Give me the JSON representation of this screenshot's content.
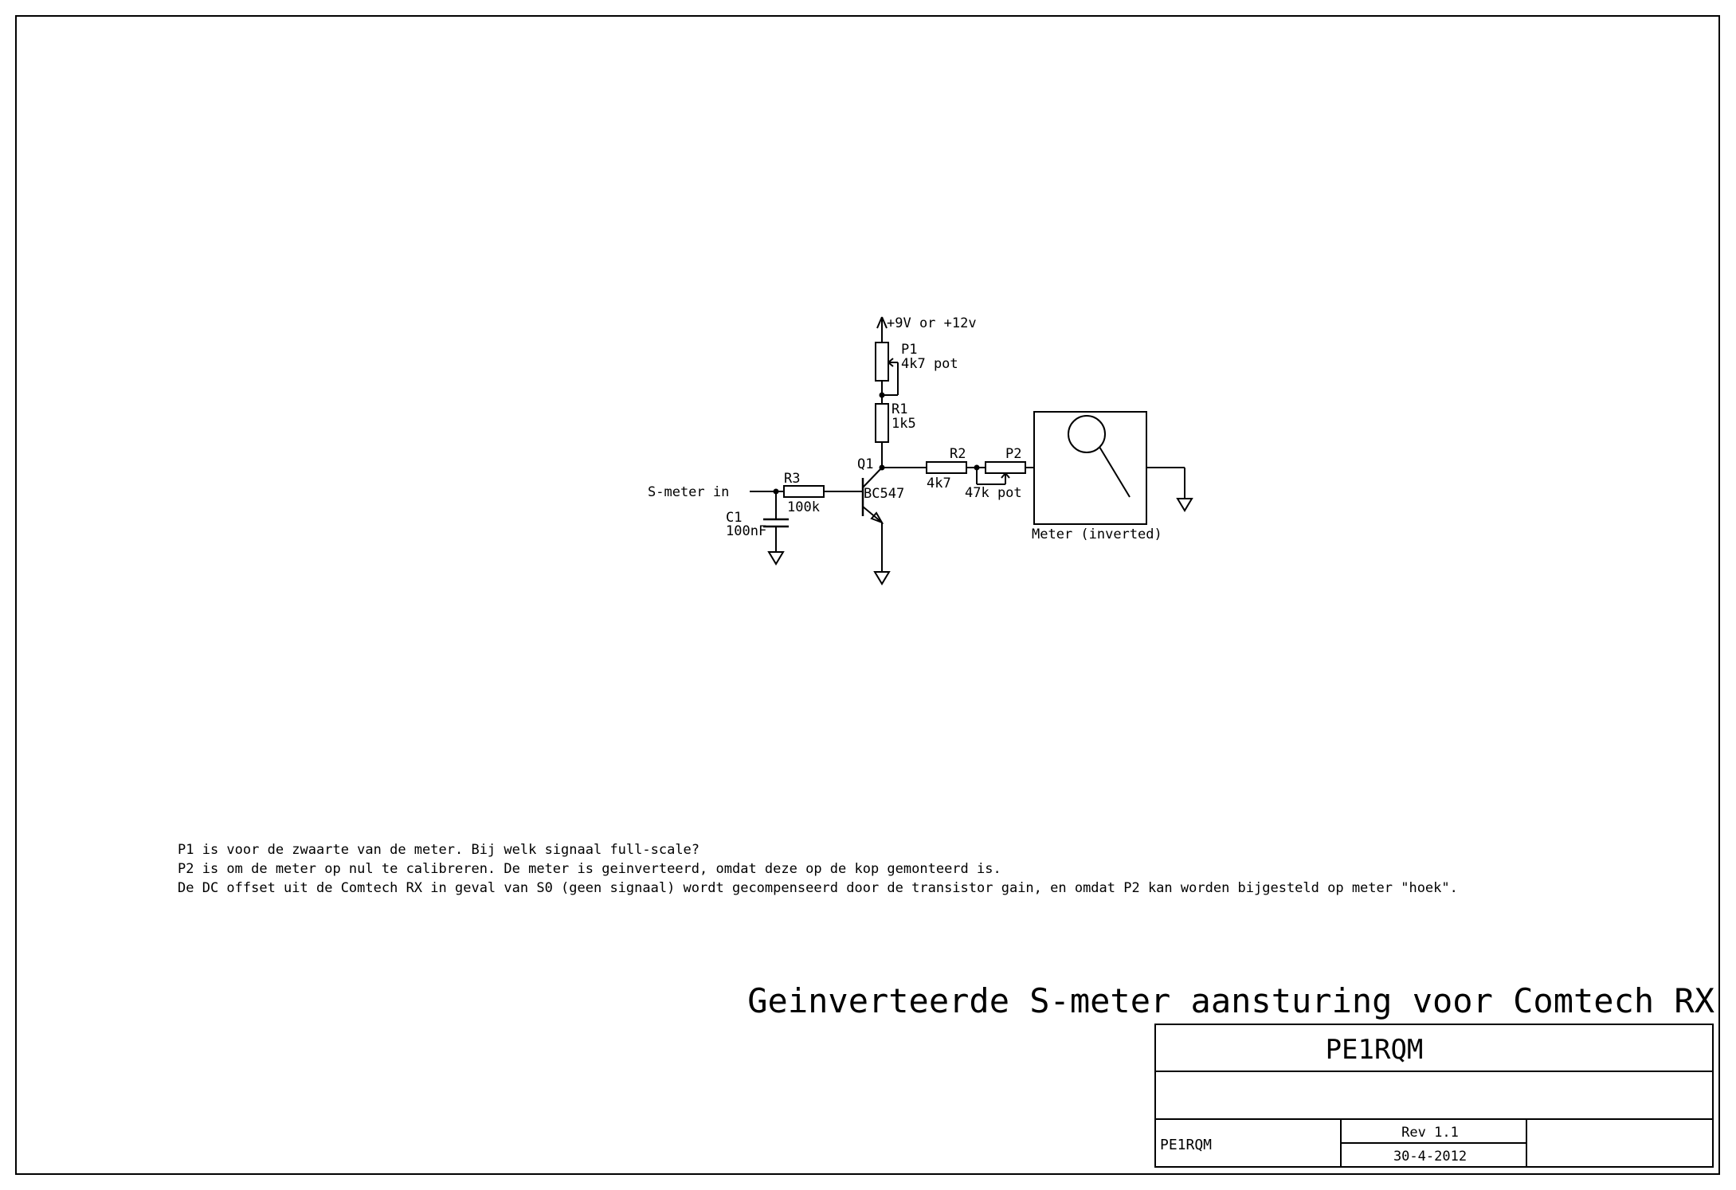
{
  "components": {
    "supply": "+9V or +12v",
    "p1_ref": "P1",
    "p1_value": "4k7 pot",
    "r1_ref": "R1",
    "r1_value": "1k5",
    "q1_ref": "Q1",
    "q1_value": "BC547",
    "r2_ref": "R2",
    "r2_value": "4k7",
    "p2_ref": "P2",
    "p2_value": "47k pot",
    "r3_ref": "R3",
    "r3_value": "100k",
    "c1_ref": "C1",
    "c1_value": "100nF",
    "input_label": "S-meter in",
    "meter_label": "Meter (inverted)"
  },
  "notes": [
    "P1 is voor de zwaarte van de meter. Bij welk signaal full-scale?",
    "P2 is om de meter op nul te calibreren. De meter is geinverteerd, omdat deze op de kop gemonteerd is.",
    "De DC offset uit de Comtech RX in geval van S0 (geen signaal) wordt gecompenseerd door de transistor gain, en omdat P2 kan worden bijgesteld op meter \"hoek\"."
  ],
  "title_block": {
    "title": "Geinverteerde S-meter aansturing voor Comtech RX",
    "company": "PE1RQM",
    "author": "PE1RQM",
    "revision": "Rev 1.1",
    "date": "30-4-2012"
  }
}
